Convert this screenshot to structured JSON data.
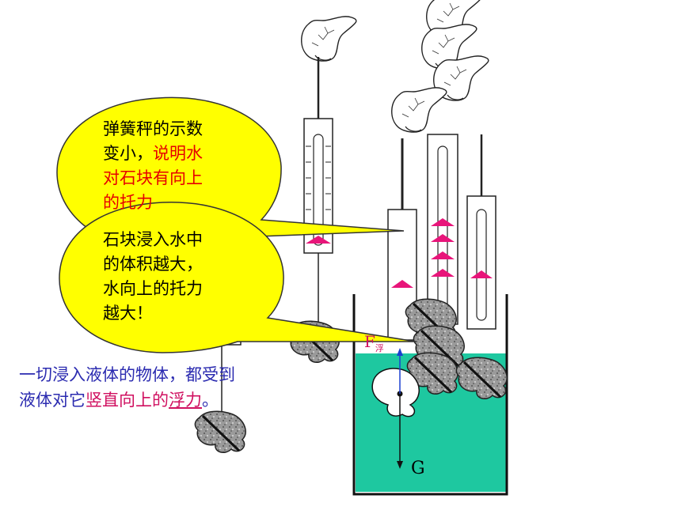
{
  "bubble_1": {
    "line_1": "弹簧秤的示数",
    "line_2_black": "变小，",
    "line_2_red": "说明水",
    "line_3_red": "对石块有向上",
    "line_4_red": "的托力"
  },
  "bubble_2": {
    "text": "石块浸入水中\n的体积越大，\n水向上的托力\n越大！"
  },
  "conclusion": {
    "line_1": "一切浸入液体的物体，都受到",
    "line_2_prefix": "液体对它",
    "line_2_highlight": "竖直向上的",
    "line_2_underlined": "浮力",
    "line_2_suffix": "。"
  },
  "labels": {
    "buoyancy_main": "F",
    "buoyancy_sub": "浮",
    "gravity": "G"
  },
  "colors": {
    "bubble_fill": "#ffff00",
    "water": "#1ec8a0",
    "pointer": "#e8157a",
    "conclusion_text": "#2b2bb0",
    "highlight_text": "#d01060"
  }
}
